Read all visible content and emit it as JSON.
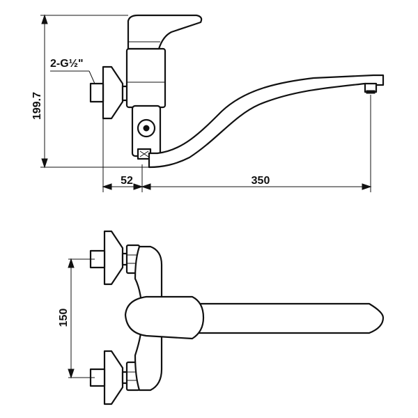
{
  "dimensions": {
    "height": "199.7",
    "offset": "52",
    "spout_reach": "350",
    "inlet_spacing": "150"
  },
  "labels": {
    "thread": "2-G½\""
  }
}
